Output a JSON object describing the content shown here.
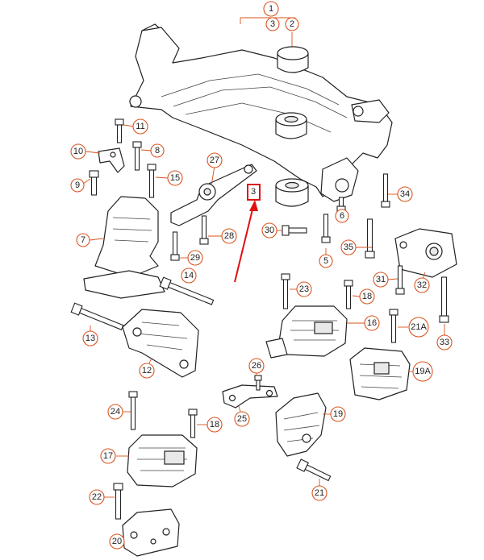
{
  "callouts": [
    {
      "id": "c1",
      "label": "1"
    },
    {
      "id": "c3t",
      "label": "3"
    },
    {
      "id": "c2",
      "label": "2"
    },
    {
      "id": "c11",
      "label": "11"
    },
    {
      "id": "c10",
      "label": "10"
    },
    {
      "id": "c8",
      "label": "8"
    },
    {
      "id": "c9",
      "label": "9"
    },
    {
      "id": "c15",
      "label": "15"
    },
    {
      "id": "c27",
      "label": "27"
    },
    {
      "id": "c3h",
      "label": "3"
    },
    {
      "id": "c6",
      "label": "6"
    },
    {
      "id": "c34",
      "label": "34"
    },
    {
      "id": "c7",
      "label": "7"
    },
    {
      "id": "c28",
      "label": "28"
    },
    {
      "id": "c30",
      "label": "30"
    },
    {
      "id": "c35",
      "label": "35"
    },
    {
      "id": "c29",
      "label": "29"
    },
    {
      "id": "c5",
      "label": "5"
    },
    {
      "id": "c14",
      "label": "14"
    },
    {
      "id": "c31",
      "label": "31"
    },
    {
      "id": "c32",
      "label": "32"
    },
    {
      "id": "c23",
      "label": "23"
    },
    {
      "id": "c18a",
      "label": "18"
    },
    {
      "id": "c13",
      "label": "13"
    },
    {
      "id": "c16",
      "label": "16"
    },
    {
      "id": "c21a",
      "label": "21A"
    },
    {
      "id": "c33",
      "label": "33"
    },
    {
      "id": "c12",
      "label": "12"
    },
    {
      "id": "c26",
      "label": "26"
    },
    {
      "id": "c19a",
      "label": "19A"
    },
    {
      "id": "c24",
      "label": "24"
    },
    {
      "id": "c18b",
      "label": "18"
    },
    {
      "id": "c25",
      "label": "25"
    },
    {
      "id": "c19",
      "label": "19"
    },
    {
      "id": "c17",
      "label": "17"
    },
    {
      "id": "c21",
      "label": "21"
    },
    {
      "id": "c22",
      "label": "22"
    },
    {
      "id": "c20",
      "label": "20"
    }
  ],
  "colors": {
    "callout": "#d9531e",
    "highlight": "#e01010",
    "line": "#222222"
  }
}
